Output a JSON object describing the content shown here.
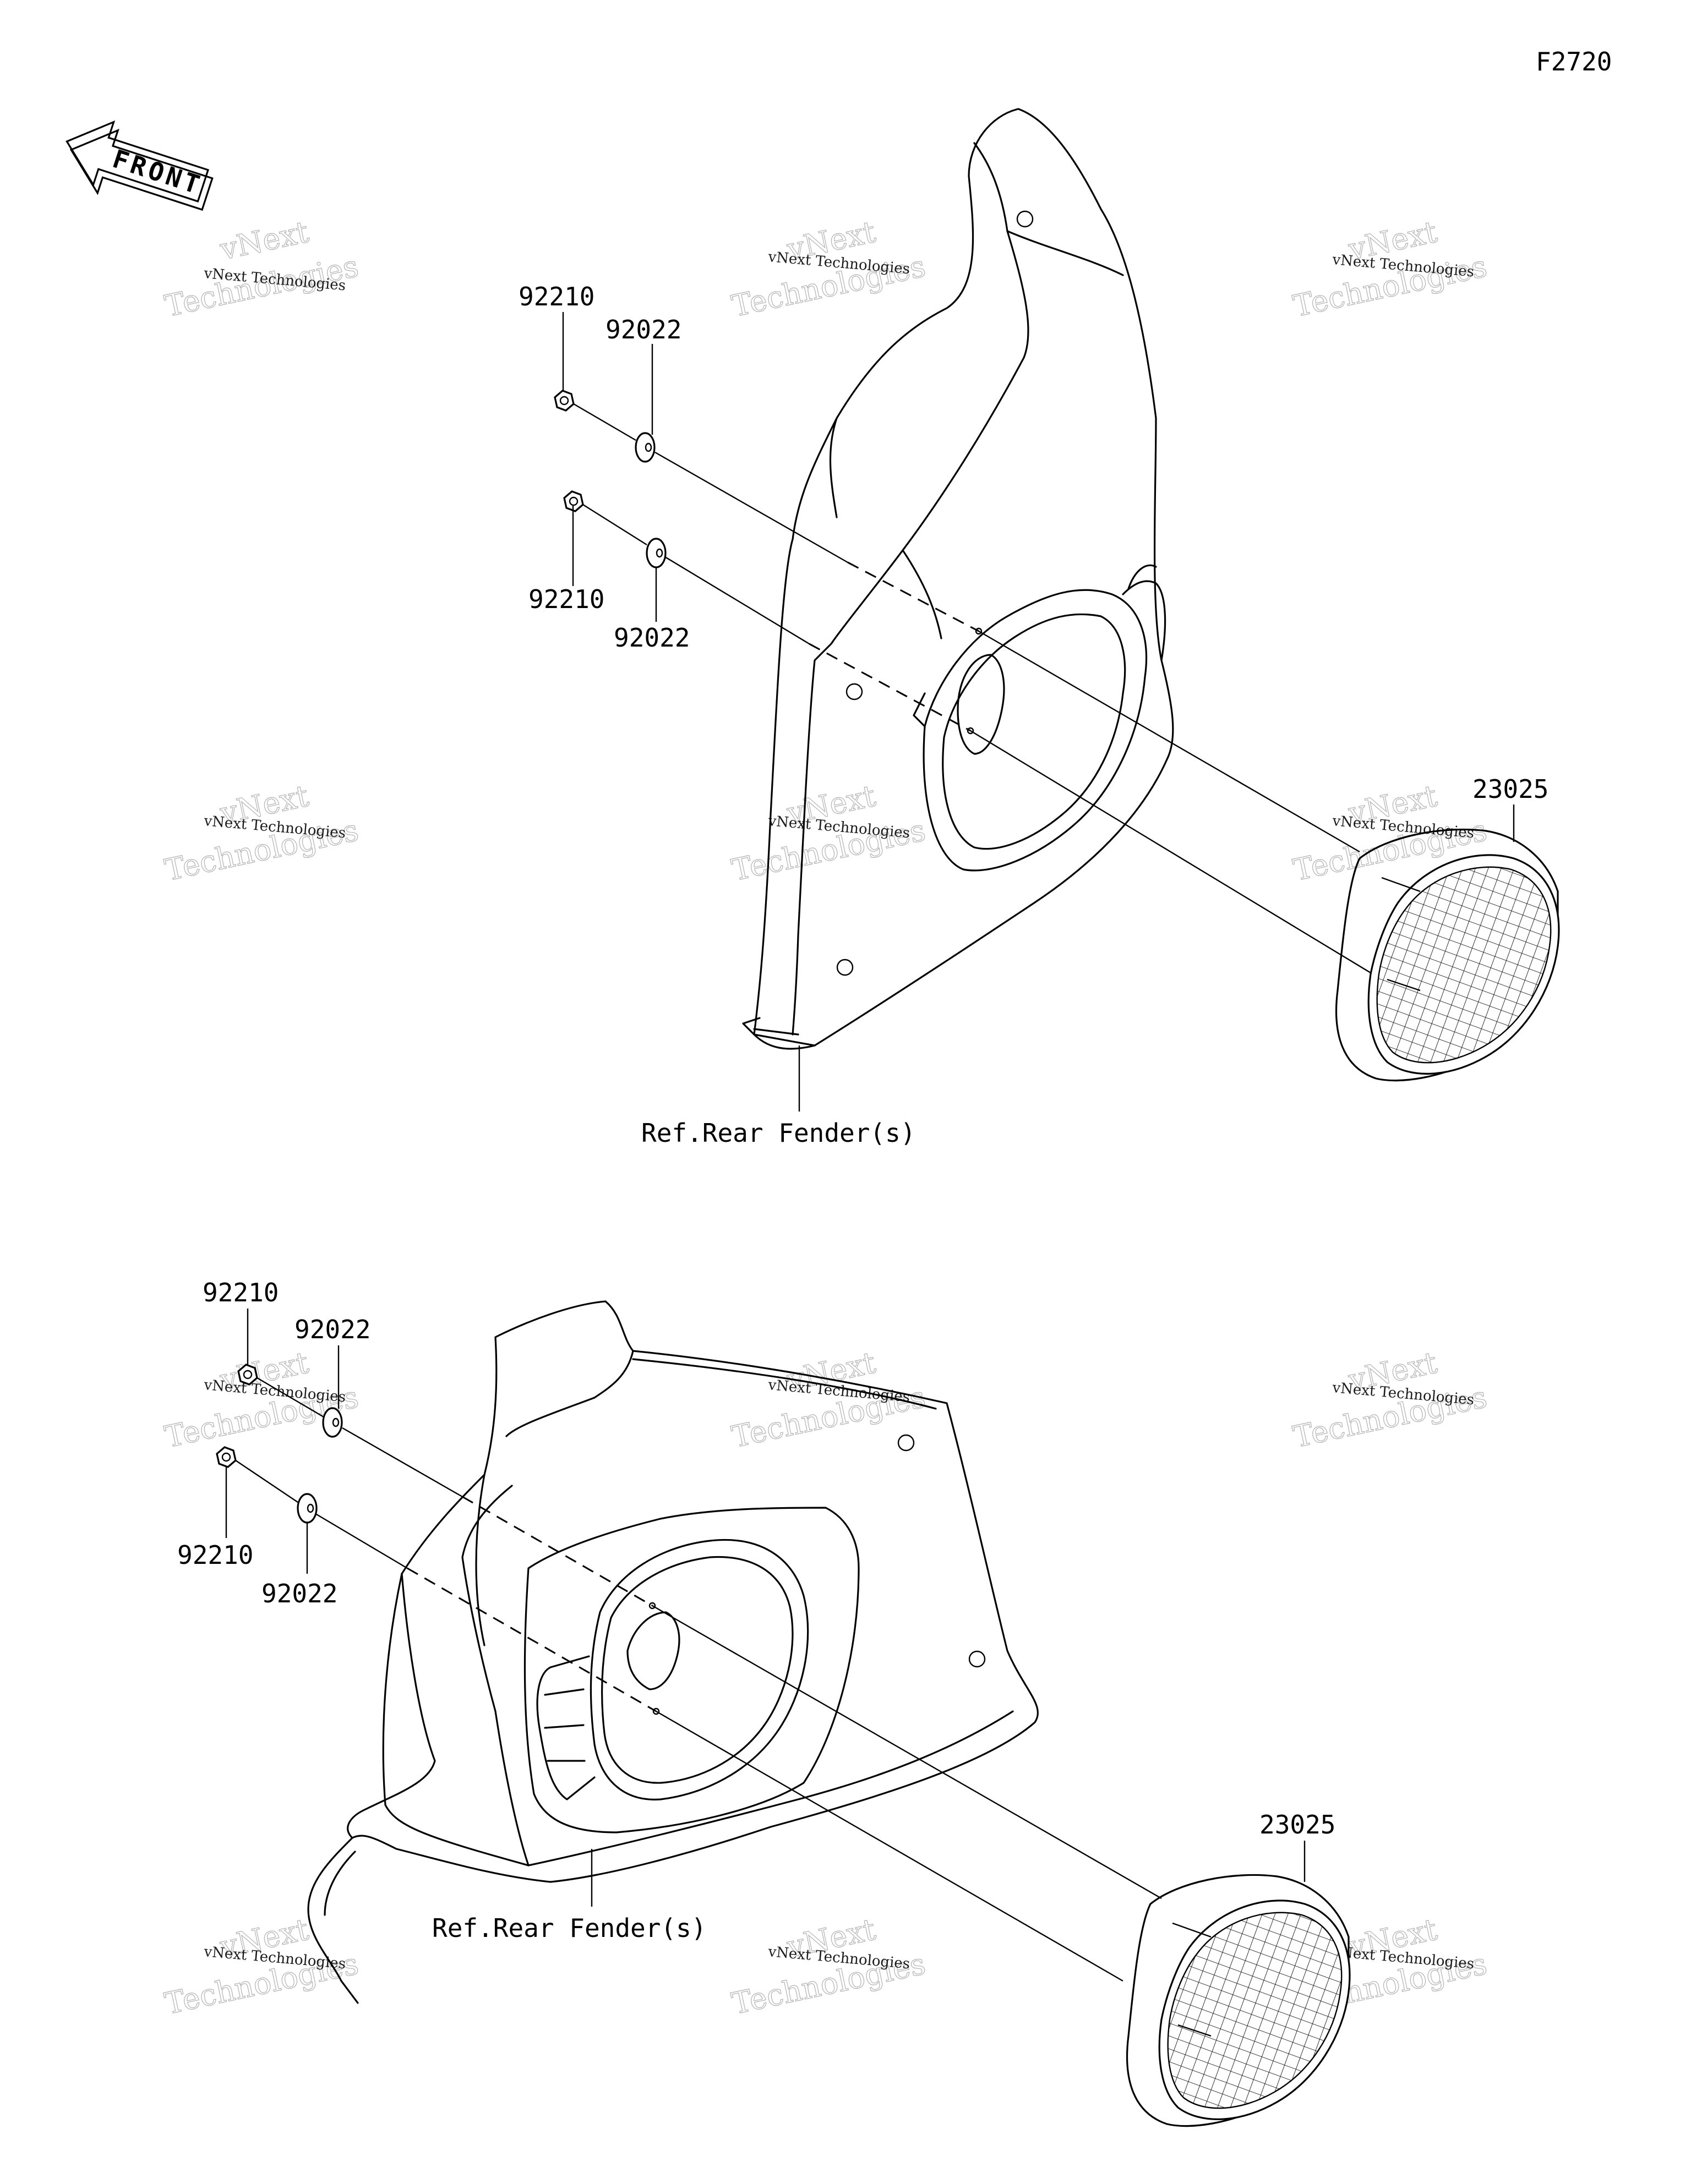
{
  "figure_code": "F2720",
  "front_arrow": {
    "text": "FRONT",
    "icon": "front-direction-arrow-icon"
  },
  "watermark": {
    "line1": "vNext Technologies",
    "line2": "vNext",
    "line3": "Technologies"
  },
  "top_assembly": {
    "labels": {
      "nut_upper": "92210",
      "washer_upper": "92022",
      "nut_lower": "92210",
      "washer_lower": "92022",
      "reflector": "23025",
      "ref_fender": "Ref.Rear Fender(s)"
    }
  },
  "bottom_assembly": {
    "labels": {
      "nut_upper": "92210",
      "washer_upper": "92022",
      "nut_lower": "92210",
      "washer_lower": "92022",
      "reflector": "23025",
      "ref_fender": "Ref.Rear Fender(s)"
    }
  }
}
